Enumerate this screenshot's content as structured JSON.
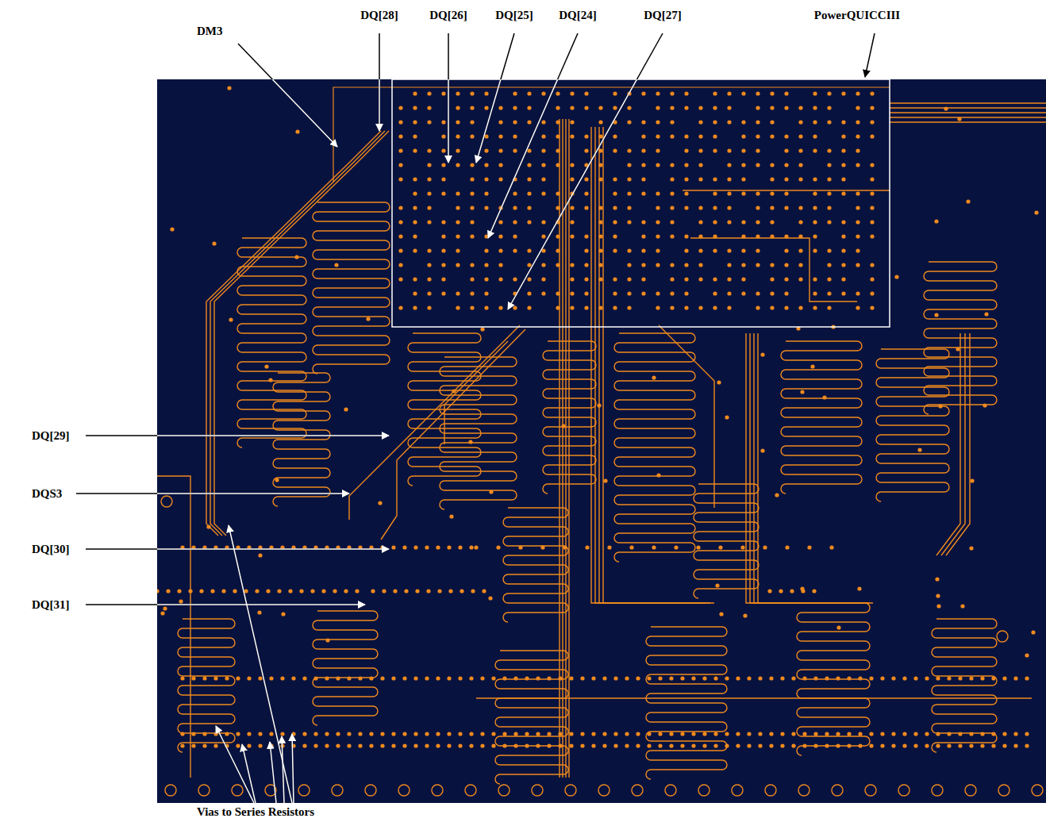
{
  "diagram": {
    "labels": [
      "DM3",
      "DQ[28]",
      "DQ[26]",
      "DQ[25]",
      "DQ[24]",
      "DQ[27]",
      "PowerQUICCIII",
      "DQ[29]",
      "DQS3",
      "DQ[30]",
      "DQ[31]",
      "Vias to Series Resistors"
    ]
  }
}
